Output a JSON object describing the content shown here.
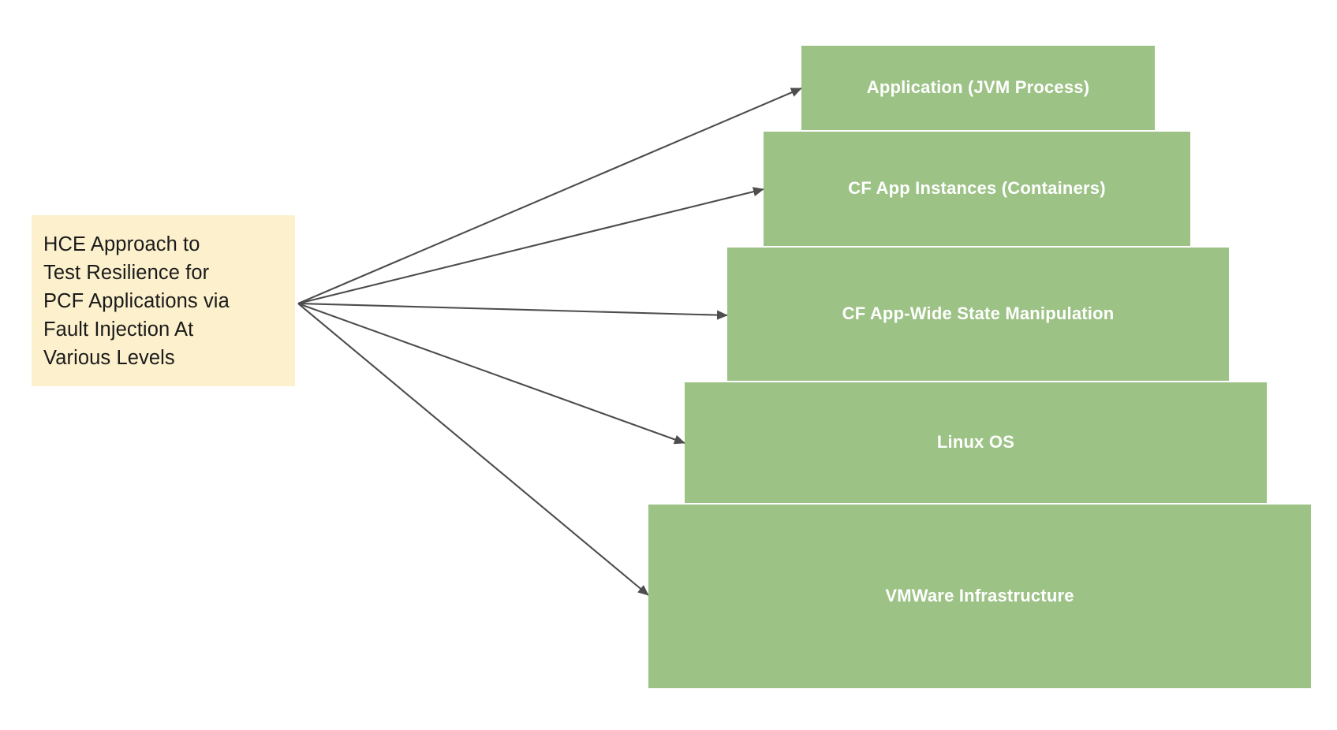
{
  "diagram": {
    "title": "HCE Approach to Test Resilience for PCF Applications via Fault Injection At Various Levels",
    "background_color": "#ffffff",
    "source_node": {
      "label": "HCE Approach to\nTest Resilience for\nPCF Applications via\nFault Injection At\nVarious Levels",
      "fill_color": "#FCF0CD",
      "text_color": "#1a1a1a"
    },
    "layer_fill_color": "#9CC285",
    "layer_text_color": "#FFFFFF",
    "arrow_color": "#4D4D4D",
    "layers": [
      {
        "label": "Application (JVM Process)"
      },
      {
        "label": "CF App Instances (Containers)"
      },
      {
        "label": "CF App-Wide State Manipulation"
      },
      {
        "label": "Linux OS"
      },
      {
        "label": "VMWare Infrastructure"
      }
    ]
  }
}
